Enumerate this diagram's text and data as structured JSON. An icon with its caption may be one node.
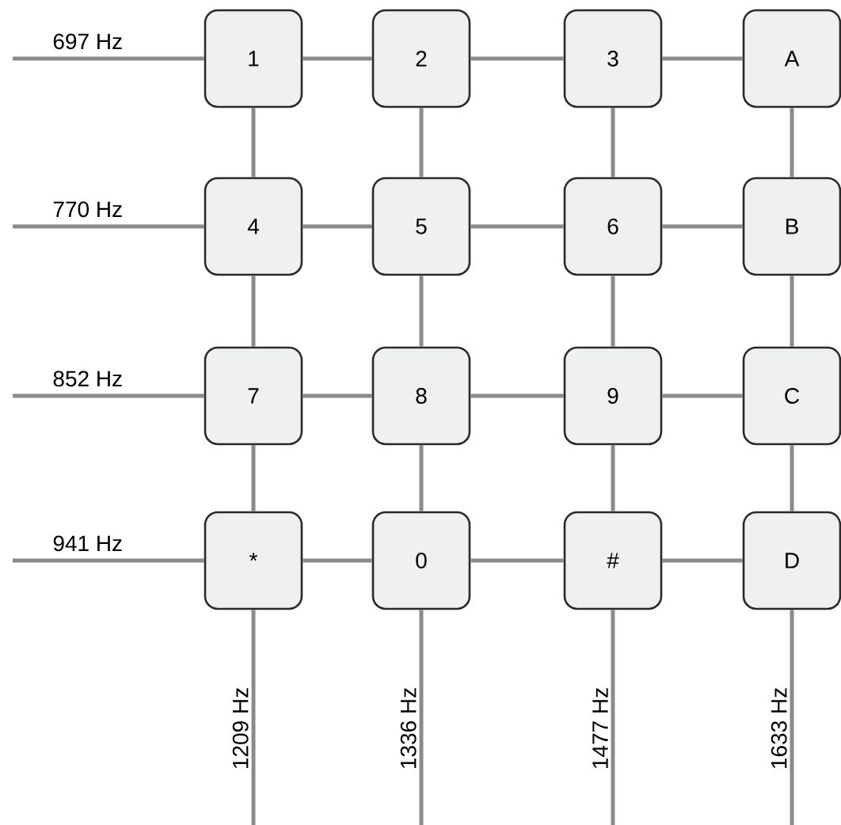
{
  "diagram": {
    "nodes": [
      {
        "text": [
          "1"
        ]
      },
      {
        "text": [
          "2"
        ]
      },
      {
        "text": [
          "3"
        ]
      },
      {
        "text": [
          "A"
        ]
      },
      {
        "text": [
          "4"
        ]
      },
      {
        "text": [
          "5"
        ]
      },
      {
        "text": [
          "6"
        ]
      },
      {
        "text": [
          "B"
        ]
      },
      {
        "text": [
          "7"
        ]
      },
      {
        "text": [
          "8"
        ]
      },
      {
        "text": [
          "9"
        ]
      },
      {
        "text": [
          "C"
        ]
      },
      {
        "text": [
          "*"
        ]
      },
      {
        "text": [
          "0"
        ]
      },
      {
        "text": [
          "#"
        ]
      },
      {
        "text": [
          "D"
        ]
      }
    ],
    "edges": [
      {
        "from": null,
        "to": 0,
        "arrow": "none",
        "label": "697 Hz"
      },
      {
        "from": null,
        "to": 4,
        "arrow": "none",
        "label": "770 Hz"
      },
      {
        "from": null,
        "to": 8,
        "arrow": "none",
        "label": "852 Hz"
      },
      {
        "from": null,
        "to": 12,
        "arrow": "none",
        "label": "941 Hz"
      },
      {
        "from": 0,
        "to": 1,
        "arrow": "none"
      },
      {
        "from": 1,
        "to": 2,
        "arrow": "none"
      },
      {
        "from": 2,
        "to": 3,
        "arrow": "none"
      },
      {
        "from": 4,
        "to": 5,
        "arrow": "none"
      },
      {
        "from": 5,
        "to": 6,
        "arrow": "none"
      },
      {
        "from": 6,
        "to": 7,
        "arrow": "none"
      },
      {
        "from": 8,
        "to": 9,
        "arrow": "none"
      },
      {
        "from": 9,
        "to": 10,
        "arrow": "none"
      },
      {
        "from": 10,
        "to": 11,
        "arrow": "none"
      },
      {
        "from": 12,
        "to": 13,
        "arrow": "none"
      },
      {
        "from": 13,
        "to": 14,
        "arrow": "none"
      },
      {
        "from": 14,
        "to": 15,
        "arrow": "none"
      },
      {
        "from": 0,
        "to": 4,
        "arrow": "none"
      },
      {
        "from": 4,
        "to": 8,
        "arrow": "none"
      },
      {
        "from": 8,
        "to": 12,
        "arrow": "none"
      },
      {
        "from": 1,
        "to": 5,
        "arrow": "none"
      },
      {
        "from": 5,
        "to": 9,
        "arrow": "none"
      },
      {
        "from": 9,
        "to": 13,
        "arrow": "none"
      },
      {
        "from": 2,
        "to": 6,
        "arrow": "none"
      },
      {
        "from": 6,
        "to": 10,
        "arrow": "none"
      },
      {
        "from": 10,
        "to": 14,
        "arrow": "none"
      },
      {
        "from": 3,
        "to": 7,
        "arrow": "none"
      },
      {
        "from": 7,
        "to": 11,
        "arrow": "none"
      },
      {
        "from": 11,
        "to": 15,
        "arrow": "none"
      },
      {
        "from": 12,
        "to": null,
        "arrow": "none",
        "label": "1209 Hz"
      },
      {
        "from": 13,
        "to": null,
        "arrow": "none",
        "label": "1336 Hz"
      },
      {
        "from": 14,
        "to": null,
        "arrow": "none",
        "label": "1477 Hz"
      },
      {
        "from": 15,
        "to": null,
        "arrow": "none",
        "label": "1633 Hz"
      }
    ]
  }
}
